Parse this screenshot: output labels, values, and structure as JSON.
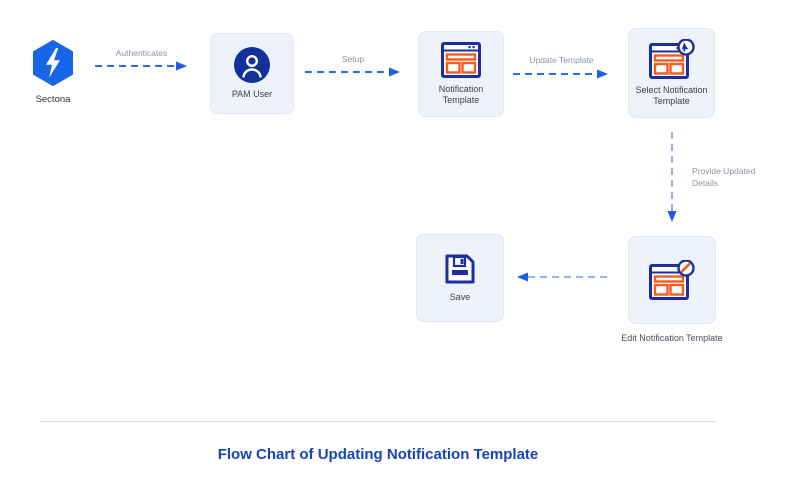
{
  "diagram": {
    "logo": {
      "label": "Sectona",
      "icon": "sectona-hexagon-lightning-icon"
    },
    "nodes": [
      {
        "id": "pam-user",
        "label": "PAM User",
        "icon": "user-circle-icon"
      },
      {
        "id": "notification-template",
        "label": "Notification Template",
        "icon": "template-window-icon"
      },
      {
        "id": "select-notification-template",
        "label": "Select Notification Template",
        "icon": "template-window-cursor-icon"
      },
      {
        "id": "edit-notification-template",
        "label": "Edit Notification Template",
        "icon": "template-window-pencil-icon"
      },
      {
        "id": "save",
        "label": "Save",
        "icon": "floppy-disk-icon"
      }
    ],
    "edges": [
      {
        "from": "sectona",
        "to": "pam-user",
        "label": "Authenticates"
      },
      {
        "from": "pam-user",
        "to": "notification-template",
        "label": "Setup"
      },
      {
        "from": "notification-template",
        "to": "select-notification-template",
        "label": "Update Template"
      },
      {
        "from": "select-notification-template",
        "to": "edit-notification-template",
        "label": "Provide Updated Details"
      },
      {
        "from": "edit-notification-template",
        "to": "save",
        "label": ""
      }
    ]
  },
  "caption": {
    "title": "Flow Chart of Updating Notification Template"
  },
  "colors": {
    "brand_blue": "#1766e8",
    "icon_navy": "#1b2fa0",
    "icon_orange": "#f75b1f",
    "arrow_blue": "#2a6bef",
    "arrow_light_blue": "#93b3ec",
    "arrow_head_blue": "#1f5be8",
    "node_background": "#eef3fb",
    "node_border": "#dfe7f5",
    "caption_blue": "#1544bb",
    "edge_label_gray": "#8c94a3"
  }
}
